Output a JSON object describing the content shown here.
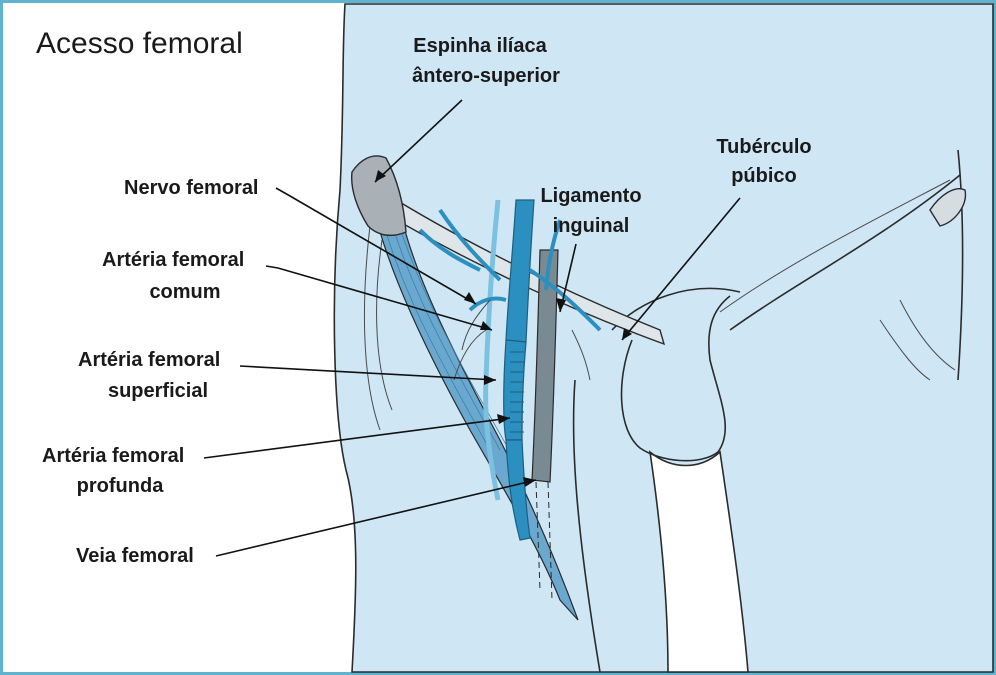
{
  "figure": {
    "title": "Acesso femoral",
    "labels": {
      "espinha_line1": "Espinha ilíaca",
      "espinha_line2": "ântero-superior",
      "tuberculo_line1": "Tubérculo",
      "tuberculo_line2": "púbico",
      "ligamento_line1": "Ligamento",
      "ligamento_line2": "inguinal",
      "nervo": "Nervo femoral",
      "comum_line1": "Artéria femoral",
      "comum_line2": "comum",
      "superficial_line1": "Artéria femoral",
      "superficial_line2": "superficial",
      "profunda_line1": "Artéria femoral",
      "profunda_line2": "profunda",
      "veia": "Veia femoral"
    },
    "colors": {
      "frame": "#5fb3cf",
      "skin": "#cfe6f5",
      "vessel": "#2b8fbf",
      "vessel_light": "#7cc2e0",
      "vein": "#7a8a93",
      "bone": "#a9b1b6",
      "muscle": "#6aa8cf"
    }
  }
}
